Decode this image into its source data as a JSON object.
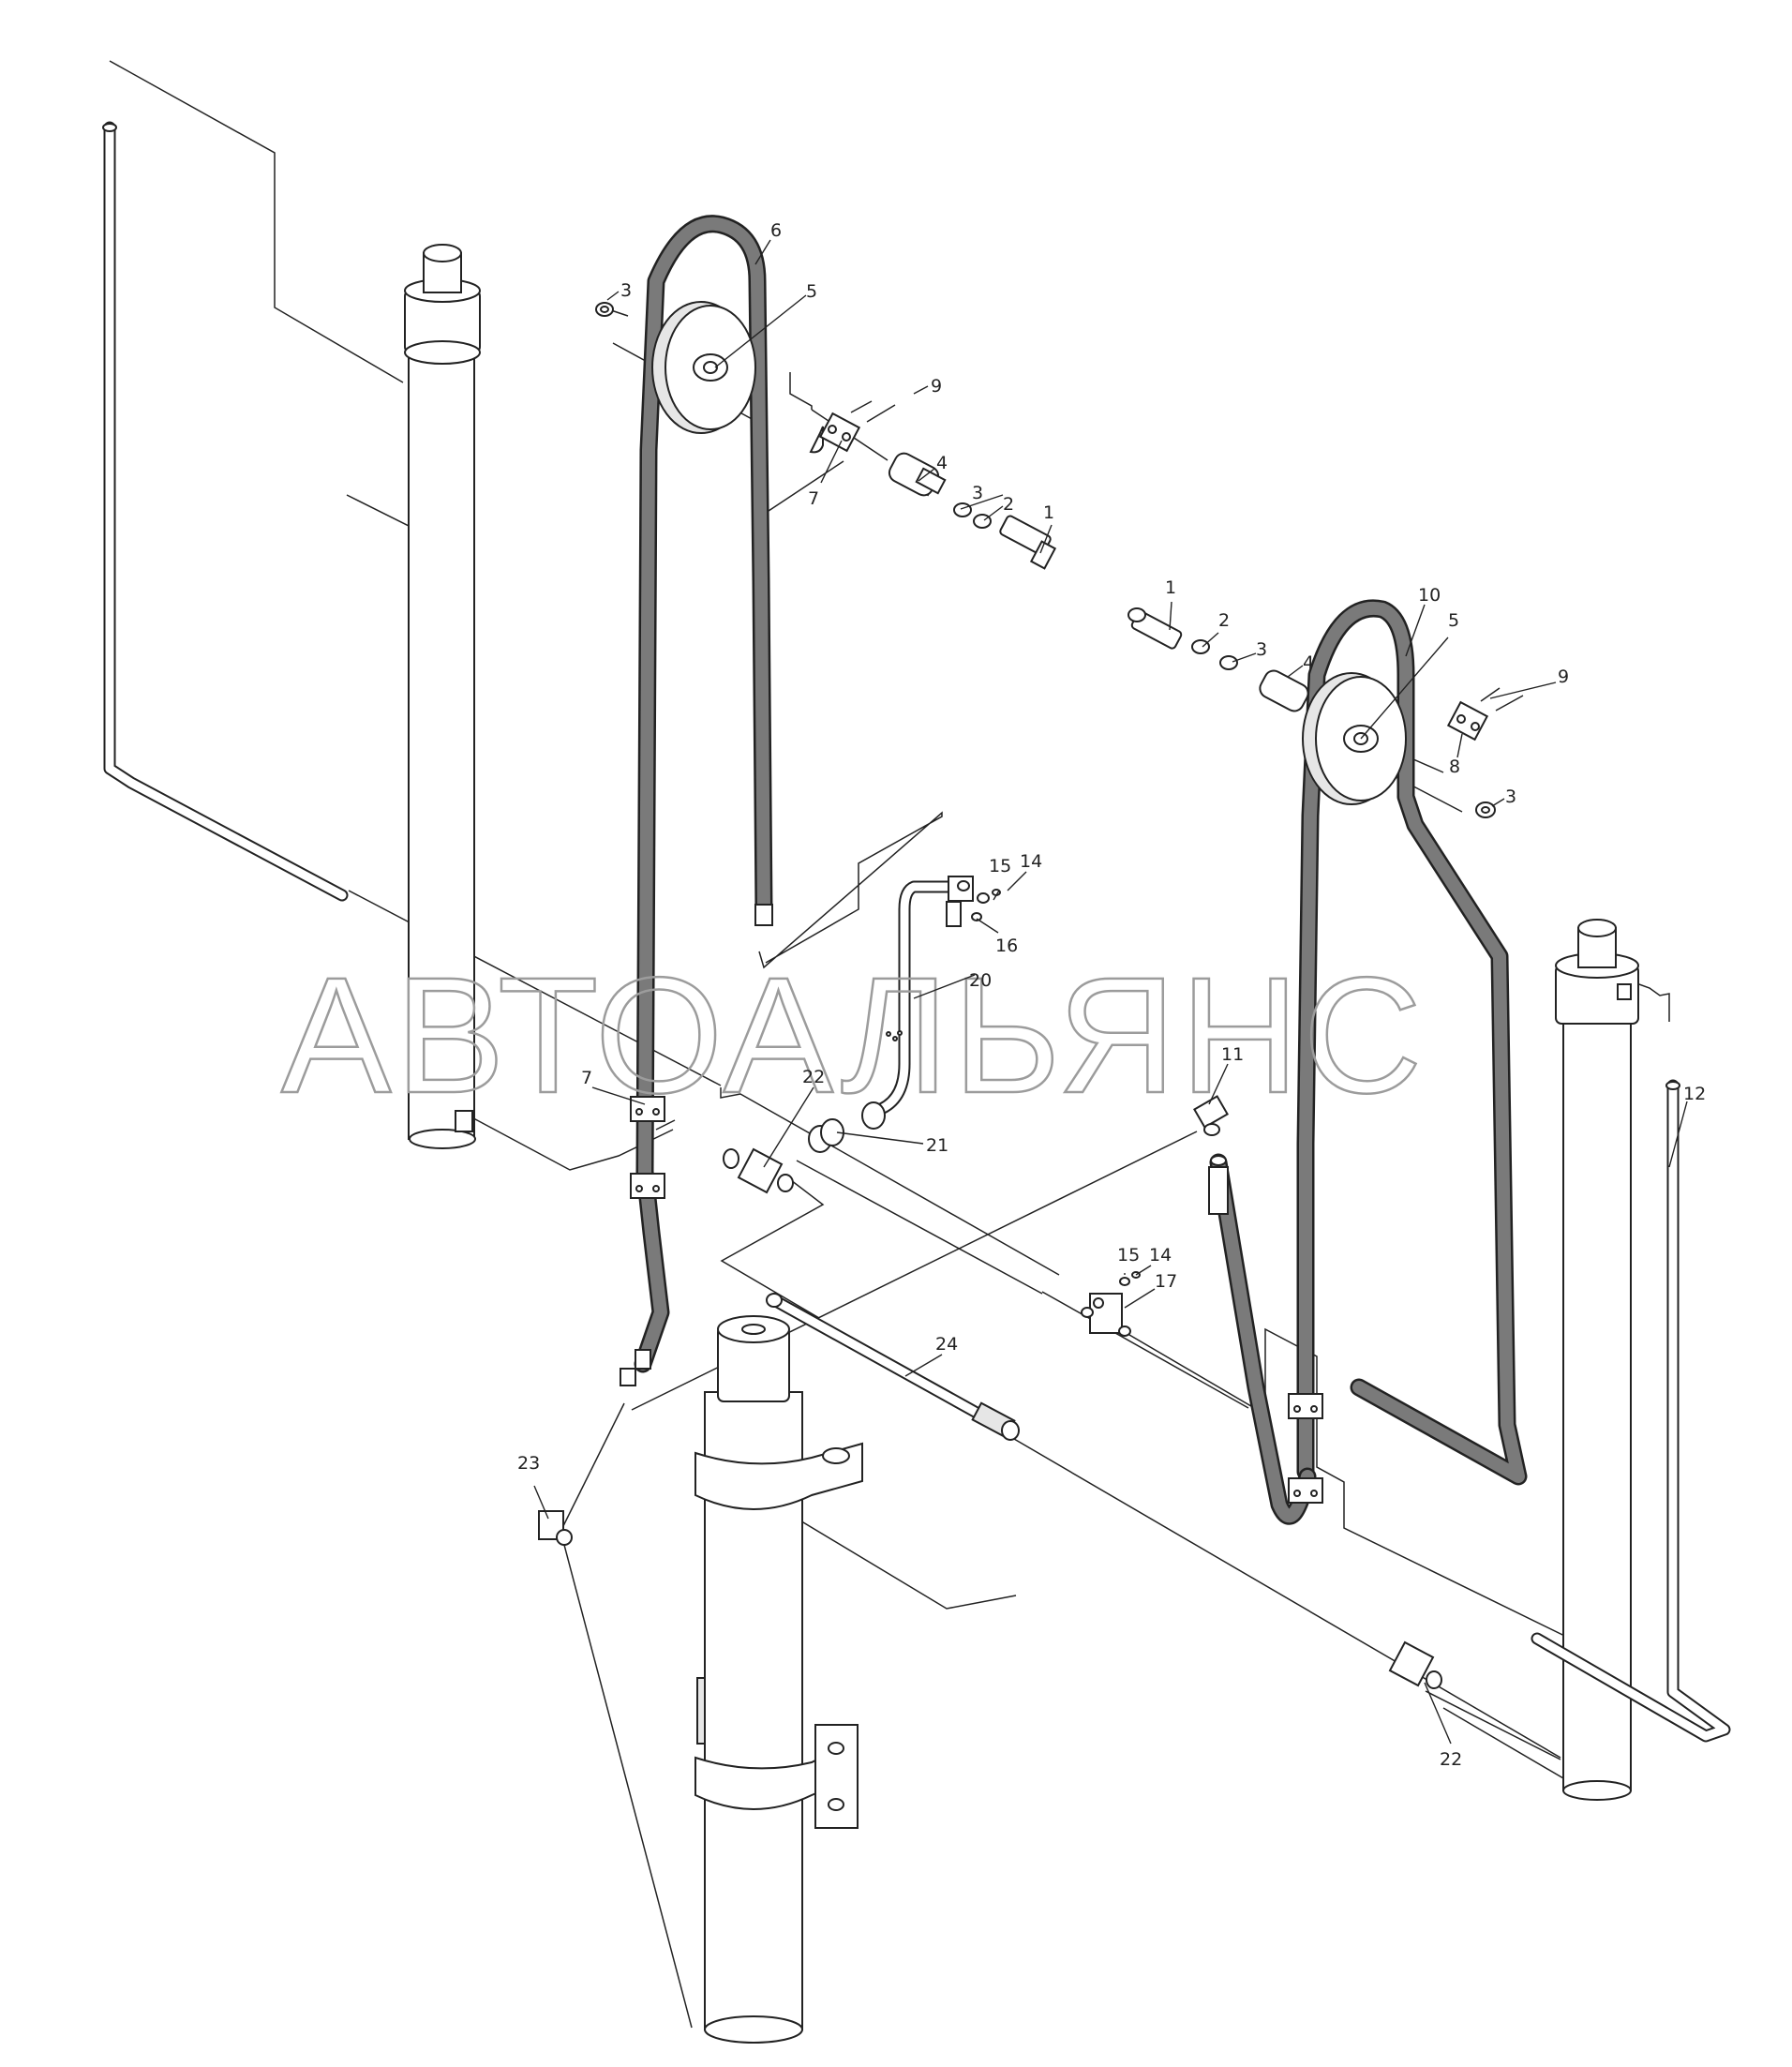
{
  "watermark": "АВТОАЛЬЯНС",
  "colors": {
    "line": "#222222",
    "hose_fill": "#7a7a7a",
    "watermark": "#9c9c9c",
    "background": "#ffffff"
  },
  "callouts": [
    {
      "id": "c1a",
      "text": "1"
    },
    {
      "id": "c1b",
      "text": "1"
    },
    {
      "id": "c2a",
      "text": "2"
    },
    {
      "id": "c2b",
      "text": "2"
    },
    {
      "id": "c3a",
      "text": "3"
    },
    {
      "id": "c3b",
      "text": "3"
    },
    {
      "id": "c3c",
      "text": "3"
    },
    {
      "id": "c3d",
      "text": "3"
    },
    {
      "id": "c4a",
      "text": "4"
    },
    {
      "id": "c4b",
      "text": "4"
    },
    {
      "id": "c5a",
      "text": "5"
    },
    {
      "id": "c5b",
      "text": "5"
    },
    {
      "id": "c6",
      "text": "6"
    },
    {
      "id": "c7a",
      "text": "7"
    },
    {
      "id": "c7b",
      "text": "7"
    },
    {
      "id": "c8",
      "text": "8"
    },
    {
      "id": "c9a",
      "text": "9"
    },
    {
      "id": "c9b",
      "text": "9"
    },
    {
      "id": "c10",
      "text": "10"
    },
    {
      "id": "c11",
      "text": "11"
    },
    {
      "id": "c12",
      "text": "12"
    },
    {
      "id": "c14a",
      "text": "14"
    },
    {
      "id": "c14b",
      "text": "14"
    },
    {
      "id": "c15a",
      "text": "15"
    },
    {
      "id": "c15b",
      "text": "15"
    },
    {
      "id": "c16",
      "text": "16"
    },
    {
      "id": "c17",
      "text": "17"
    },
    {
      "id": "c20",
      "text": "20"
    },
    {
      "id": "c21",
      "text": "21"
    },
    {
      "id": "c22a",
      "text": "22"
    },
    {
      "id": "c22b",
      "text": "22"
    },
    {
      "id": "c23",
      "text": "23"
    },
    {
      "id": "c24",
      "text": "24"
    }
  ]
}
